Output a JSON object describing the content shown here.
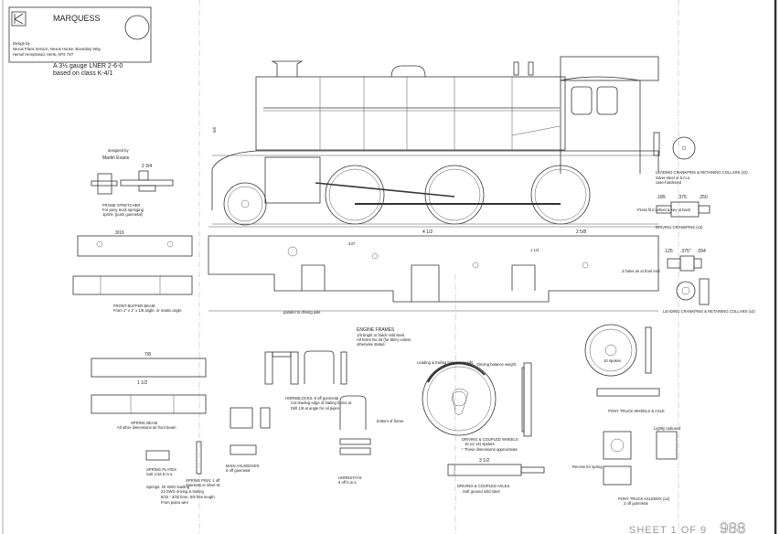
{
  "title_block": {
    "name": "MARQUESS",
    "design_by": "Design by",
    "address_1": "Nexus Plans Service, Nexus House, Boundary Way,",
    "address_2": "Hemel Hempstead, Herts, HP2 7ST"
  },
  "subtitle_1": "A 3½ gauge LNER 2-6-0",
  "subtitle_2": "based on class K-4/1",
  "designer": {
    "label": "designed by",
    "name": "Martin Evans"
  },
  "labels": {
    "frame_stretcher": "FRAME STRETCHER",
    "frame_stretcher_note_1": "For pony truck springing",
    "frame_stretcher_note_2": "1pm/s. (push gunmetal)",
    "front_buffer_beam": "FRONT BUFFER BEAM",
    "front_buffer_beam_note": "From 1\" x 1\" x 1/8 angle, or matrix angle",
    "spring_beam": "SPRING BEAM",
    "spring_beam_note": "All other dimensions as front beam",
    "spring_plates": "SPRING PLATES",
    "spring_plates_note": "Sott 1/16 b.m.s.",
    "spring_pins": "SPRING PINS: 1 off",
    "spring_pins_note": "Stainless or silver-st.",
    "main_axleboxes": "MAIN AXLEBOXES",
    "main_axleboxes_note": "6 off gunmetal",
    "springs_1": "Springs: 20 SWG leading",
    "springs_2": "22 SWG driving & trailing",
    "springs_3": "5/32 - 3/32 bore, 5/8 free length",
    "springs_4": "From piano wire",
    "hornblocks": "HORNBLOCKS: 6 off gunmetal",
    "hornblocks_note_1": "Cut leading edge of trailing horns at",
    "hornblocks_note_2": "Drill 1/8 at angle for oil pipes",
    "hornstays": "HORNSTAYS",
    "hornstays_note": "6 off b.m.s.",
    "bottom_of_frame": "bottom of frame",
    "engine_frames": "ENGINE FRAMES",
    "engine_frames_note_1": "1/8 bright or black mild steel.",
    "engine_frames_note_2": "All holes No.26 (for 6BA) unless",
    "engine_frames_note_3": "otherwise stated.",
    "parallel_axle": "parallel to driving axle",
    "driving_wheels": "DRIVING & COUPLED WHEELS",
    "driving_wheels_note_1": "15 (or 14) spokes",
    "driving_wheels_note_2": "* These dimensions approximate",
    "leading_trailing_balance": "Leading & trailing balance weight",
    "driving_balance": "Driving balance weight",
    "driving_axles": "DRIVING & COUPLED AXLES",
    "driving_axles_note": "Soft ground mild steel",
    "driving_crankpins": "DRIVING CRANKPINS (x2)",
    "leading_crankpins": "LEADING CRANKPINS & RETAINING COLLARS (x2)",
    "leading_crankpins_note_1": "Silver-steel or b.m.s.",
    "leading_crankpins_note_2": "case-hardened",
    "leading_crankpins_lower": "LEADING CRANKPINS & RETAINING COLLARS (x2)",
    "press_fit": "Press fit in wheel & key at back",
    "pony_truck_wheels": "PONY TRUCK WHEELS & AXLE",
    "pony_truck_axleboxes": "PONY TRUCK AXLEBOX (x2)",
    "pony_truck_axleboxes_note": "2 off gunmetal",
    "lightly_radiused": "Lightly radiused",
    "recess": "Recess for spring",
    "spokes_10": "10 spokes",
    "holes_as_front": "3 holes as at front end"
  },
  "dimensions": [
    "2 3/4",
    "1 1/2",
    "5/8",
    "3/16",
    "7/8",
    "1 1/4",
    ".437",
    ".185",
    ".250",
    ".375",
    ".125",
    ".375\"",
    ".094",
    "4 1/2",
    "2 5/8",
    "3 1/2",
    "6BA"
  ],
  "sheet": {
    "label": "SHEET 1 OF 9",
    "number": "988"
  }
}
